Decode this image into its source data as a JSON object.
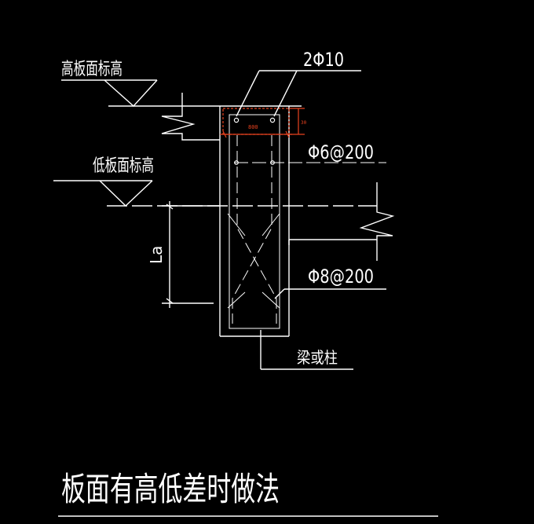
{
  "labels": {
    "high_slab_level": "高板面标高",
    "low_slab_level": "低板面标高",
    "top_bars": "2Φ10",
    "distribution_bars": "Φ6@200",
    "stirrups": "Φ8@200",
    "anchorage_length": "La",
    "beam_or_column": "梁或柱",
    "step_dim": "800",
    "small_dim": "30"
  },
  "title": "板面有高低差时做法",
  "colors": {
    "background": "#000000",
    "lines": "#ffffff",
    "dimension": "#e8421f"
  }
}
